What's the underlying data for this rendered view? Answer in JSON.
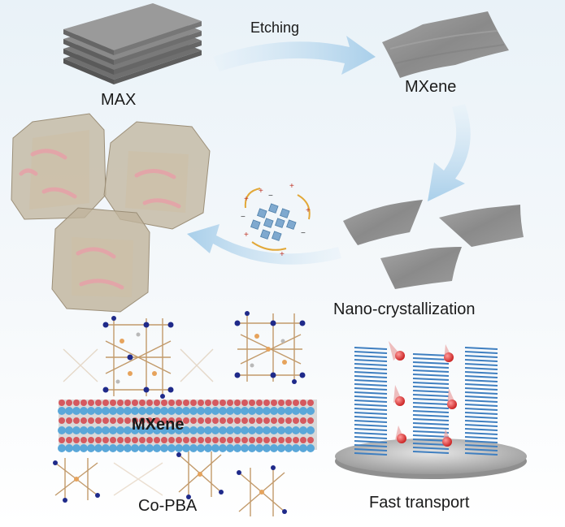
{
  "labels": {
    "max": "MAX",
    "etching": "Etching",
    "mxene_top": "MXene",
    "nano_crystallization": "Nano-crystallization",
    "mxene_layer": "MXene",
    "co_pba": "Co-PBA",
    "fast_transport": "Fast transport"
  },
  "colors": {
    "arrow": "#bcd9ee",
    "sheet": "#8e8e8e",
    "cube": "#b9ab92",
    "cube_pink": "#e5a3a8",
    "mxene_red": "#d5595f",
    "mxene_blue": "#5aa7d9",
    "disk": "#b8b8b8",
    "ion": "#e02a2a"
  }
}
